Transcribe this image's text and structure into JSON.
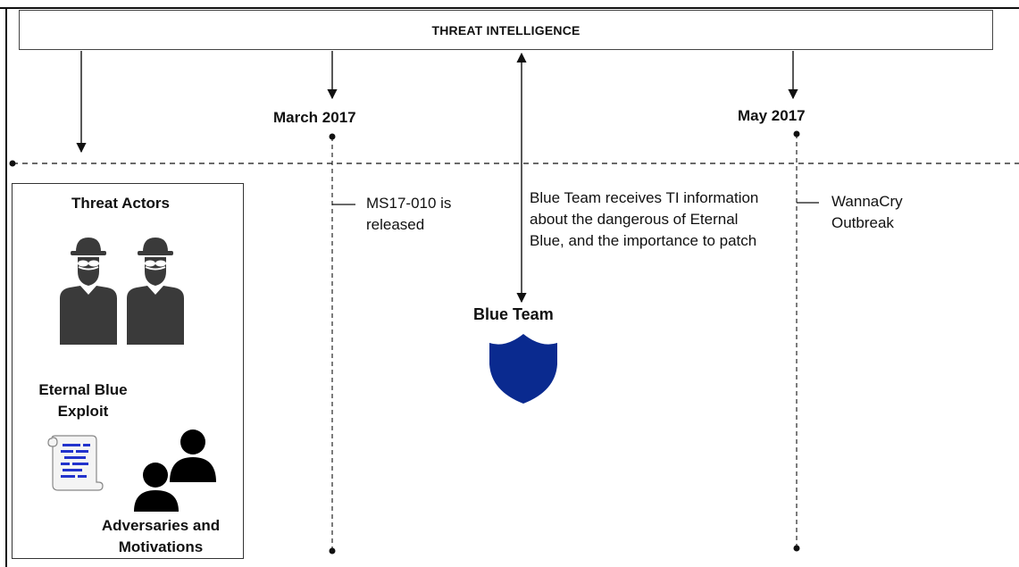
{
  "header": {
    "title": "THREAT INTELLIGENCE"
  },
  "timeline": {
    "events": [
      {
        "date": "March 2017",
        "note": "MS17-010 is released"
      },
      {
        "date": "May 2017",
        "note": "WannaCry Outbreak"
      }
    ]
  },
  "blue_team": {
    "label": "Blue Team",
    "note": "Blue Team receives TI information about the dangerous of Eternal Blue, and the importance to patch",
    "shield_color": "#0a2a8f"
  },
  "threat_actors": {
    "title": "Threat Actors",
    "exploit_label": "Eternal Blue Exploit",
    "motivations_label": "Adversaries and Motivations",
    "hacker_color": "#3a3a3a",
    "scroll_text_color": "#2233cc"
  }
}
